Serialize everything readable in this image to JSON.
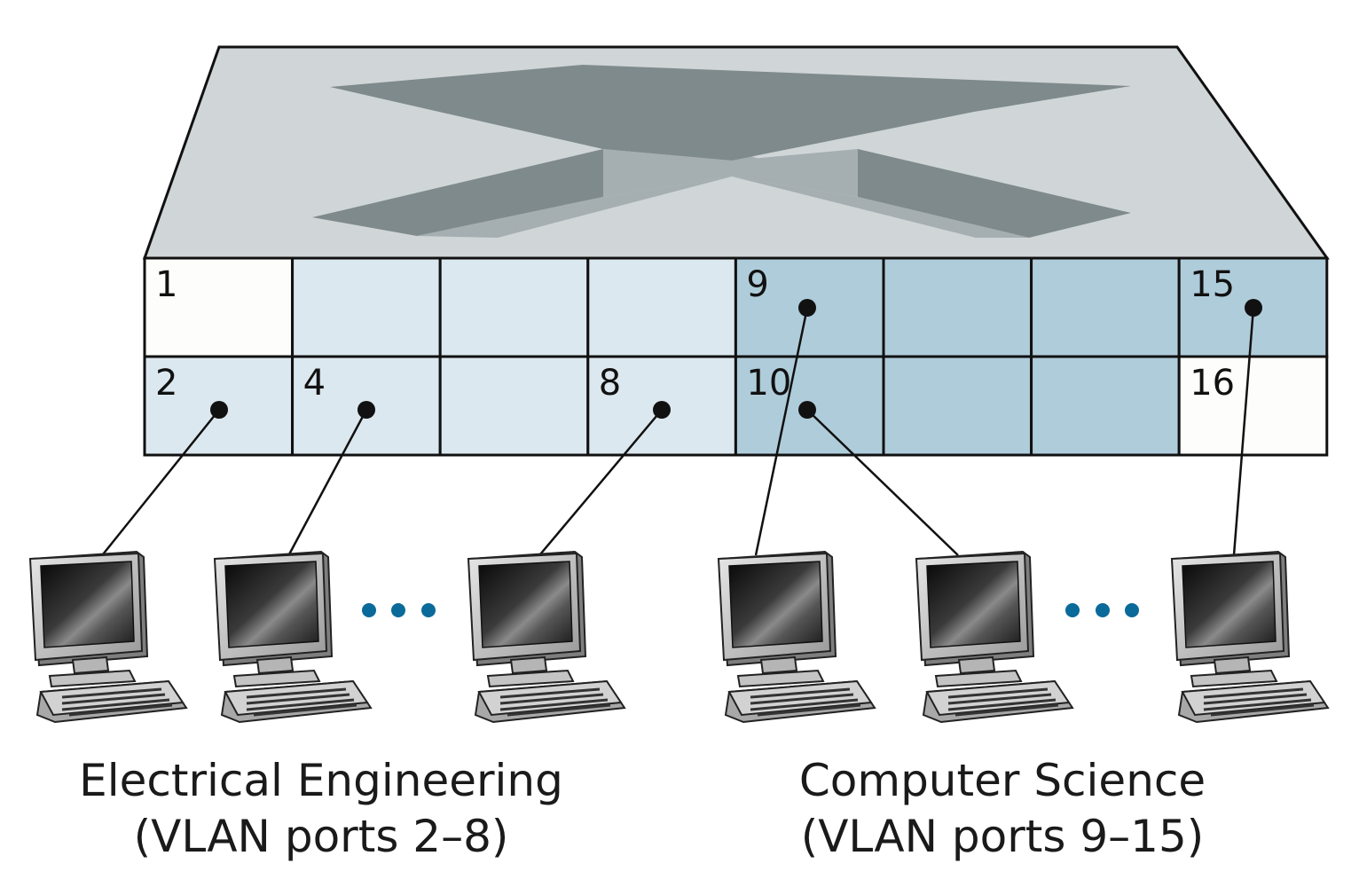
{
  "switch": {
    "ports": [
      {
        "label": "1",
        "row": 0,
        "col": 0,
        "vlan": "none"
      },
      {
        "label": "",
        "row": 0,
        "col": 1,
        "vlan": "ee"
      },
      {
        "label": "",
        "row": 0,
        "col": 2,
        "vlan": "ee"
      },
      {
        "label": "",
        "row": 0,
        "col": 3,
        "vlan": "ee"
      },
      {
        "label": "9",
        "row": 0,
        "col": 4,
        "vlan": "cs",
        "connected": true
      },
      {
        "label": "",
        "row": 0,
        "col": 5,
        "vlan": "cs"
      },
      {
        "label": "",
        "row": 0,
        "col": 6,
        "vlan": "cs"
      },
      {
        "label": "15",
        "row": 0,
        "col": 7,
        "vlan": "cs",
        "connected": true
      },
      {
        "label": "2",
        "row": 1,
        "col": 0,
        "vlan": "ee",
        "connected": true
      },
      {
        "label": "4",
        "row": 1,
        "col": 1,
        "vlan": "ee",
        "connected": true
      },
      {
        "label": "",
        "row": 1,
        "col": 2,
        "vlan": "ee"
      },
      {
        "label": "8",
        "row": 1,
        "col": 3,
        "vlan": "ee",
        "connected": true
      },
      {
        "label": "10",
        "row": 1,
        "col": 4,
        "vlan": "cs",
        "connected": true
      },
      {
        "label": "",
        "row": 1,
        "col": 5,
        "vlan": "cs"
      },
      {
        "label": "",
        "row": 1,
        "col": 6,
        "vlan": "cs"
      },
      {
        "label": "16",
        "row": 1,
        "col": 7,
        "vlan": "none"
      }
    ]
  },
  "groups": {
    "ee": {
      "line1": "Electrical Engineering",
      "line2": "(VLAN ports 2–8)"
    },
    "cs": {
      "line1": "Computer Science",
      "line2": "(VLAN ports 9–15)"
    }
  },
  "colors": {
    "ee_port": "#dce8ef",
    "cs_port": "#afccda",
    "unused_port": "#fdfdfb",
    "switch_top": "#d0d6d8",
    "switch_logo_dark": "#7f8a8c",
    "switch_logo_light": "#a5aeb1",
    "ellipsis": "#0a6a99"
  },
  "icons": [
    "computer-icon",
    "ellipsis-icon"
  ]
}
